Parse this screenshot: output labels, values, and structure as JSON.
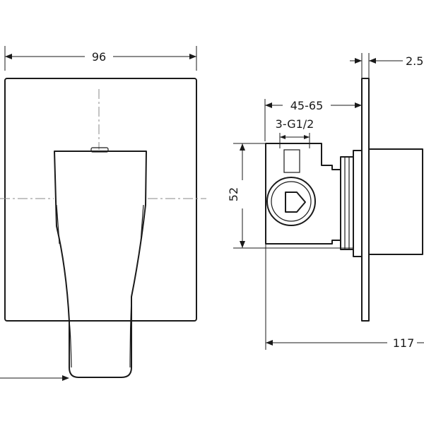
{
  "dimensions": {
    "width_front": "96",
    "plate_thickness": "2.5",
    "depth_range": "45-65",
    "connection": "3-G1/2",
    "height_body": "52",
    "total_depth": "117"
  }
}
